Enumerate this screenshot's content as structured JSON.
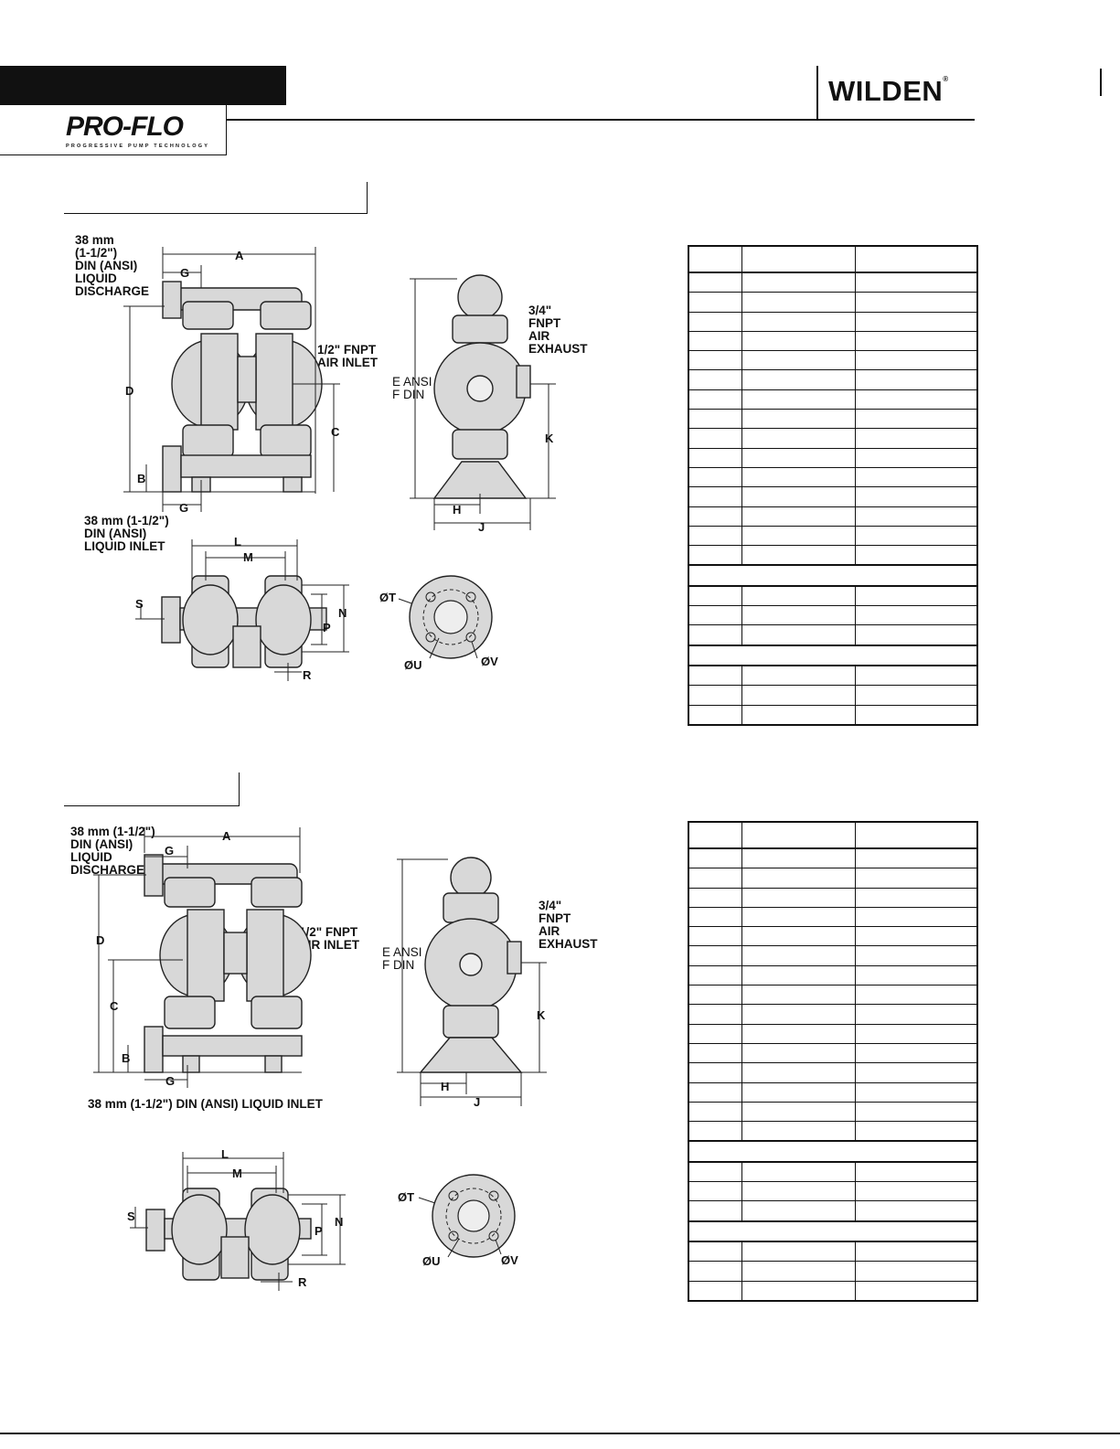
{
  "header": {
    "brand": "WILDEN",
    "logo": "PRO-FLO",
    "logo_tagline": "PROGRESSIVE PUMP TECHNOLOGY"
  },
  "section1": {
    "labels": {
      "discharge": "38 mm\n(1-1/2\")\nDIN (ANSI)\nLIQUID\nDISCHARGE",
      "inlet": "38 mm (1-1/2\")\nDIN (ANSI)\nLIQUID INLET",
      "air_inlet": "1/2\" FNPT\nAIR INLET",
      "air_exhaust": "3/4\"\nFNPT\nAIR\nEXHAUST",
      "e_f": "E ANSI\nF DIN"
    }
  },
  "section2": {
    "labels": {
      "discharge": "38 mm (1-1/2\")\nDIN (ANSI)\nLIQUID\nDISCHARGE",
      "inlet": "38 mm (1-1/2\") DIN (ANSI) LIQUID INLET",
      "air_inlet": "1/2\" FNPT\nAIR INLET",
      "air_exhaust": "3/4\"\nFNPT\nAIR\nEXHAUST",
      "e_f": "E ANSI\nF DIN"
    }
  },
  "dimension_letters": {
    "A": "A",
    "B": "B",
    "C": "C",
    "D": "D",
    "G": "G",
    "H": "H",
    "J": "J",
    "K": "K",
    "L": "L",
    "M": "M",
    "N": "N",
    "P": "P",
    "R": "R",
    "S": "S",
    "T": "ØT",
    "U": "ØU",
    "V": "ØV"
  }
}
